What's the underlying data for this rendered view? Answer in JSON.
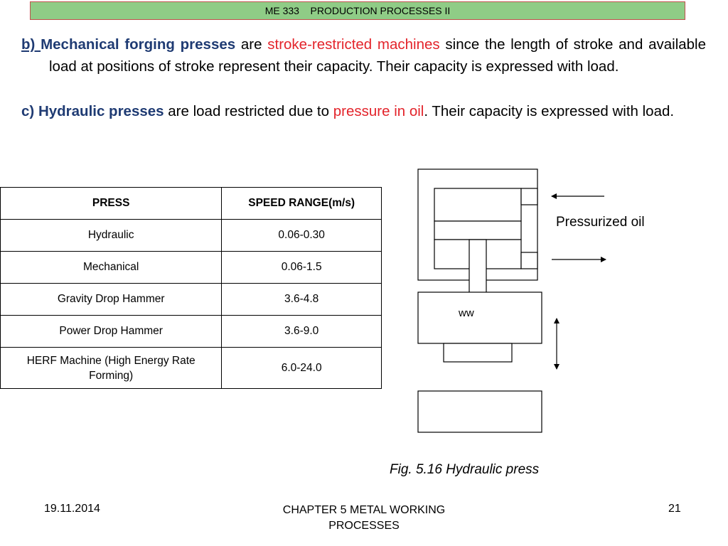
{
  "header": {
    "course": "ME 333",
    "title": "PRODUCTION PROCESSES II"
  },
  "para_b": {
    "letter": "b) ",
    "term": "Mechanical forging presses",
    "t1": " are ",
    "highlight": "stroke-restricted machines",
    "t2": " since the length of stroke and available load at positions of stroke represent their capacity. Their capacity is expressed with load."
  },
  "para_c": {
    "letter": "c) ",
    "term": "Hydraulic presses",
    "t1": " are load restricted due to ",
    "highlight": "pressure in oil",
    "t2": ". Their capacity is expressed with load."
  },
  "table": {
    "headers": [
      "PRESS",
      "SPEED RANGE(m/s)"
    ],
    "rows": [
      [
        "Hydraulic",
        "0.06-0.30"
      ],
      [
        "Mechanical",
        "0.06-1.5"
      ],
      [
        "Gravity Drop Hammer",
        "3.6-4.8"
      ],
      [
        "Power Drop Hammer",
        "3.6-9.0"
      ],
      [
        "HERF Machine (High Energy Rate Forming)",
        "6.0-24.0"
      ]
    ]
  },
  "diagram": {
    "oil_label": "Pressurized oil",
    "ww_label": "ww",
    "caption": "Fig. 5.16 Hydraulic press"
  },
  "footer": {
    "date": "19.11.2014",
    "chapter_line1": "CHAPTER 5 METAL WORKING",
    "chapter_line2": "PROCESSES",
    "page": "21"
  },
  "colors": {
    "header_bg": "#8fcc86",
    "header_border": "#c0504d",
    "term": "#1f3b73",
    "highlight": "#e3242b"
  }
}
